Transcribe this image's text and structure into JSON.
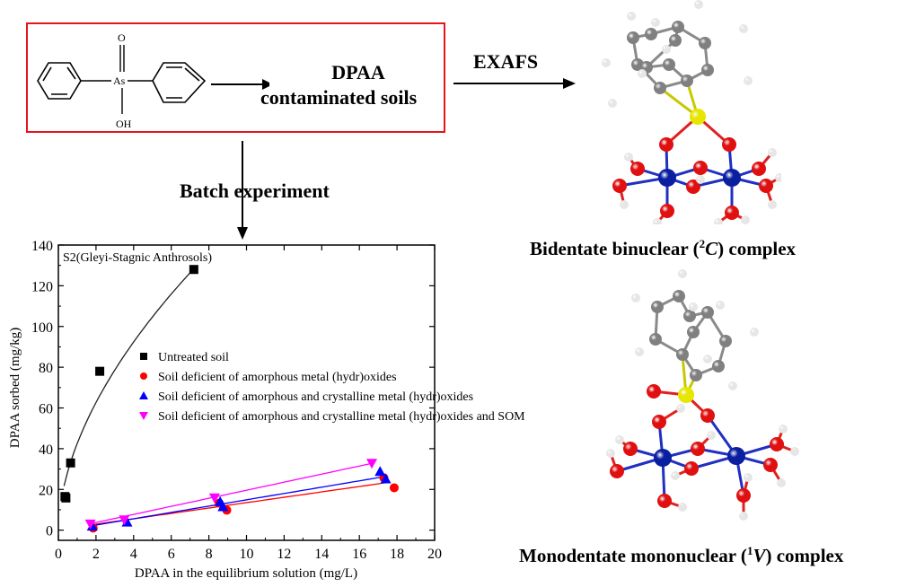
{
  "scheme": {
    "structure": {
      "atom_center": "As",
      "atom_top": "O",
      "atom_bottom": "OH"
    },
    "box_label_line1": "DPAA",
    "box_label_line2": "contaminated soils",
    "arrow_right_label": "EXAFS",
    "arrow_down_label": "Batch experiment",
    "box_border_color": "#e8141c"
  },
  "complexes": [
    {
      "caption_prefix": "Bidentate binuclear (",
      "sup": "2",
      "italic": "C",
      "caption_suffix": ") complex"
    },
    {
      "caption_prefix": "Monodentate mononuclear (",
      "sup": "1",
      "italic": "V",
      "caption_suffix": ") complex"
    }
  ],
  "atom_colors": {
    "carbon": "#808080",
    "hydrogen": "#e6e6e6",
    "arsenic": "#e6e600",
    "oxygen": "#e01010",
    "metal": "#0a1fa0"
  },
  "chart_data": {
    "type": "scatter",
    "title": "S2(Gleyi-Stagnic Anthrosols)",
    "xlabel": "DPAA in the equilibrium solution (mg/L)",
    "ylabel": "DPAA sorbed (mg/kg)",
    "xlim": [
      0,
      20
    ],
    "ylim": [
      -5,
      140
    ],
    "xticks": [
      0,
      2,
      4,
      6,
      8,
      10,
      12,
      14,
      16,
      18,
      20
    ],
    "yticks": [
      0,
      20,
      40,
      60,
      80,
      100,
      120,
      140
    ],
    "grid": false,
    "legend_position": "center-right",
    "series": [
      {
        "name": "Untreated soil",
        "marker": "square",
        "color": "#000000",
        "x": [
          0.35,
          0.4,
          0.65,
          2.2,
          7.2
        ],
        "y": [
          16.5,
          15.8,
          33.0,
          78.0,
          128.0
        ],
        "fit": {
          "kind": "freundlich",
          "x_range": [
            0.3,
            7.2
          ],
          "K": 42.5,
          "n_inv": 0.56
        }
      },
      {
        "name": "Soil deficient of amorphous metal (hydr)oxides",
        "marker": "circle",
        "color": "#ff0000",
        "x": [
          1.85,
          8.55,
          8.95,
          17.3,
          17.85
        ],
        "y": [
          1.0,
          13.3,
          9.8,
          25.7,
          20.8
        ],
        "fit": {
          "kind": "linear",
          "x_range": [
            1.8,
            17.6
          ],
          "slope": 1.32,
          "intercept": 0.3
        }
      },
      {
        "name": "Soil deficient of amorphous and crystalline metal (hydr)oxides",
        "marker": "triangle-up",
        "color": "#0000ff",
        "x": [
          1.8,
          3.65,
          8.6,
          8.75,
          17.1,
          17.4
        ],
        "y": [
          2.0,
          4.0,
          14.0,
          11.5,
          28.8,
          25.2
        ],
        "fit": {
          "kind": "linear",
          "x_range": [
            1.8,
            17.2
          ],
          "slope": 1.55,
          "intercept": -0.6
        }
      },
      {
        "name": "Soil deficient of amorphous and crystalline metal (hydr)oxides and SOM",
        "marker": "triangle-down",
        "color": "#ff00ff",
        "x": [
          1.7,
          3.5,
          8.3,
          16.66
        ],
        "y": [
          3.0,
          5.0,
          15.8,
          32.8
        ],
        "fit": {
          "kind": "linear",
          "x_range": [
            1.7,
            16.7
          ],
          "slope": 1.98,
          "intercept": -0.2
        }
      }
    ]
  }
}
